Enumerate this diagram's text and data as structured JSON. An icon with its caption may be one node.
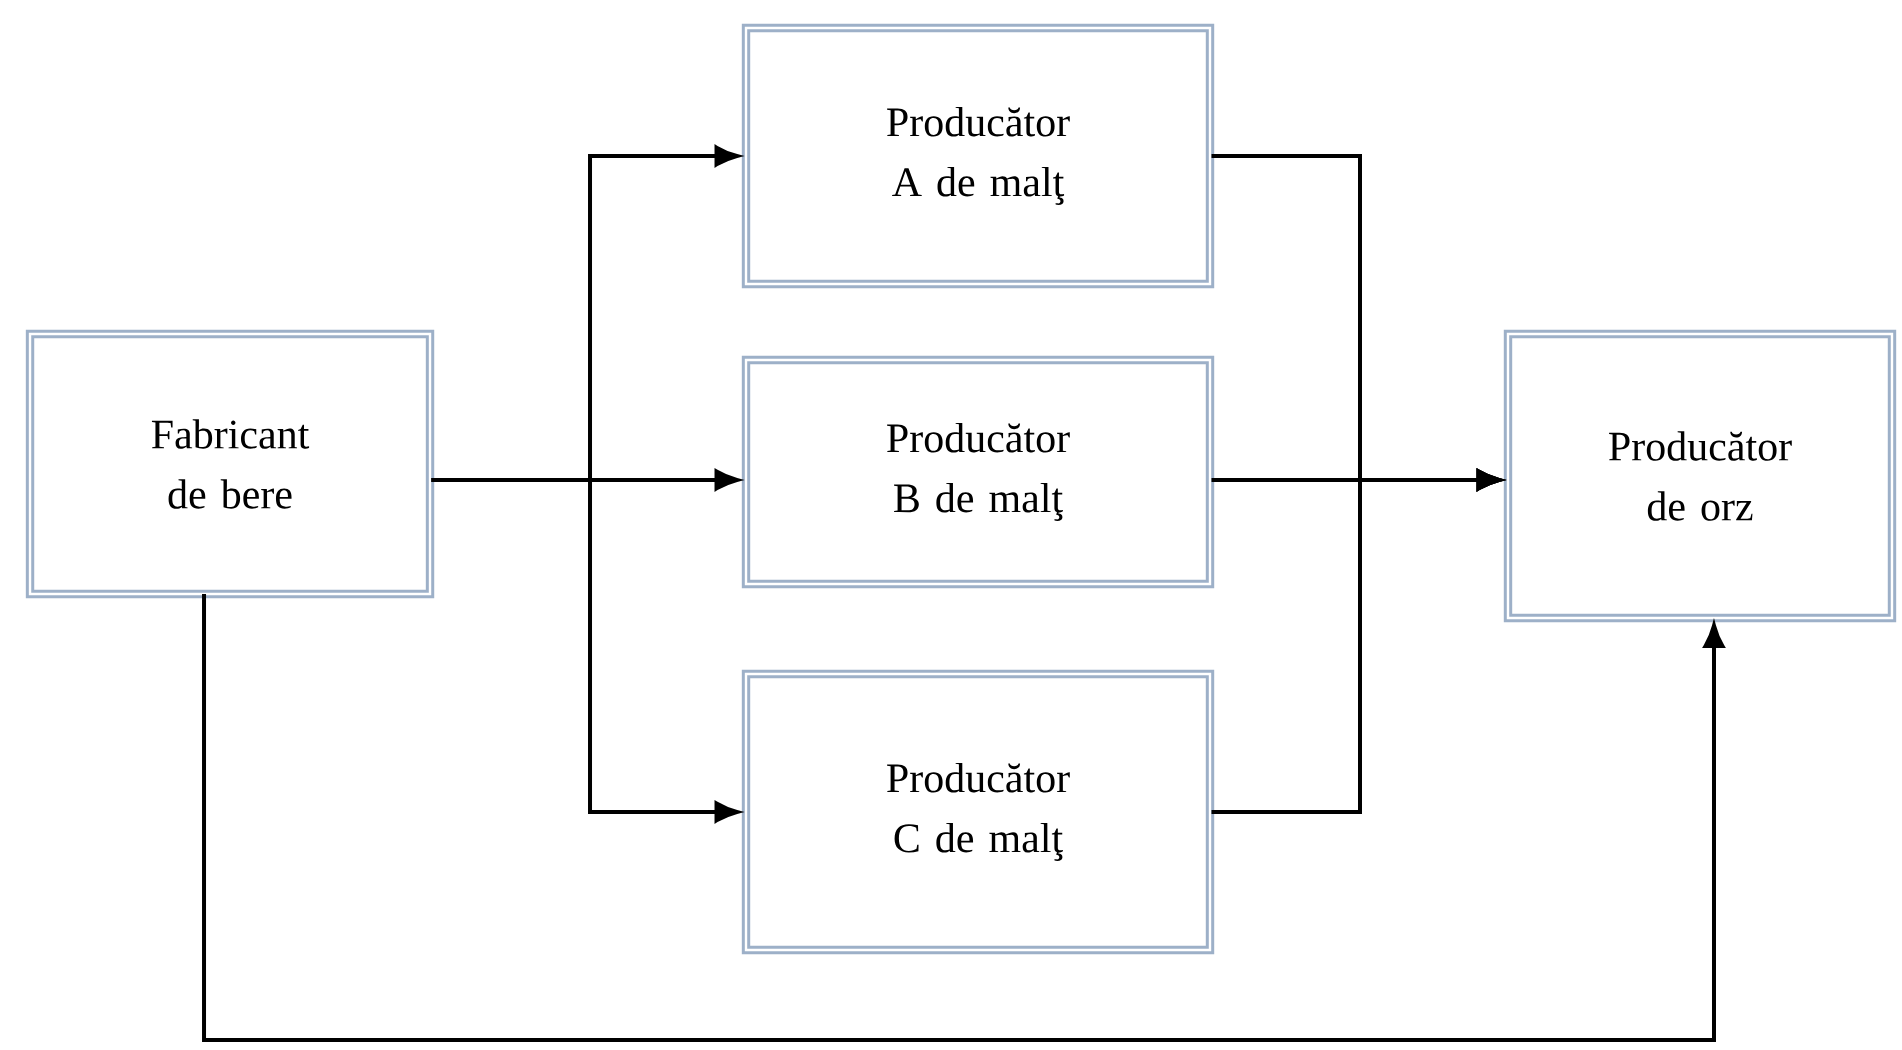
{
  "diagram": {
    "nodes": [
      {
        "text": [
          "Fabricant de bere"
        ]
      },
      {
        "text": [
          "Producător A de malţ"
        ]
      },
      {
        "text": [
          "Producător B de malţ"
        ]
      },
      {
        "text": [
          "Producător C de malţ"
        ]
      },
      {
        "text": [
          "Producător de orz"
        ]
      }
    ],
    "edges": [
      {
        "from": 0,
        "to": 1,
        "arrow": "to"
      },
      {
        "from": 0,
        "to": 2,
        "arrow": "to"
      },
      {
        "from": 0,
        "to": 3,
        "arrow": "to"
      },
      {
        "from": 1,
        "to": 4,
        "arrow": "to"
      },
      {
        "from": 2,
        "to": 4,
        "arrow": "to"
      },
      {
        "from": 3,
        "to": 4,
        "arrow": "to"
      },
      {
        "from": 0,
        "to": 4,
        "arrow": "to"
      }
    ]
  }
}
